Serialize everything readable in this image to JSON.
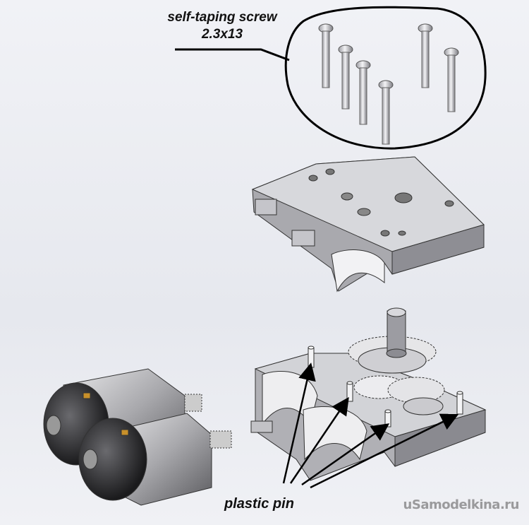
{
  "labels": {
    "screw_title": "self-taping screw",
    "screw_size": "2.3x13",
    "pin": "plastic pin"
  },
  "watermark": "uSamodelkina.ru",
  "colors": {
    "background": "#eef0f4",
    "part_light": "#d9d9dc",
    "part_mid": "#b4b4b8",
    "part_dark": "#6e6e72",
    "motor_dark": "#2a2a2c",
    "ink": "#000000"
  }
}
